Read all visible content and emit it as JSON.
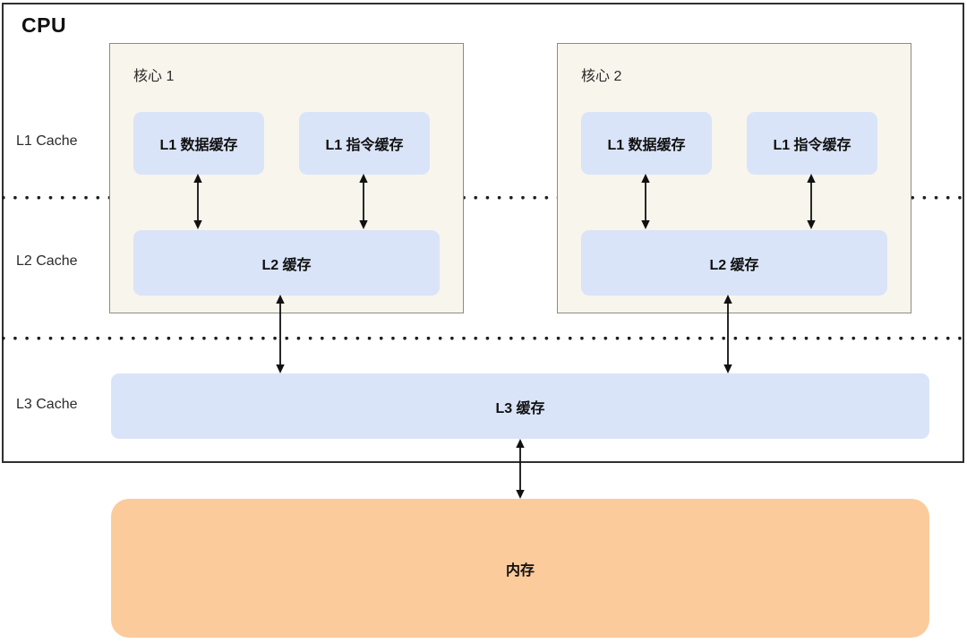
{
  "diagram": {
    "title": "CPU",
    "row_labels": [
      {
        "id": "l1",
        "text": "L1 Cache"
      },
      {
        "id": "l2",
        "text": "L2 Cache"
      },
      {
        "id": "l3",
        "text": "L3 Cache"
      }
    ],
    "cores": [
      {
        "title": "核心 1",
        "l1_data": "L1 数据缓存",
        "l1_instruction": "L1 指令缓存",
        "l2": "L2 缓存"
      },
      {
        "title": "核心 2",
        "l1_data": "L1 数据缓存",
        "l1_instruction": "L1 指令缓存",
        "l2": "L2 缓存"
      }
    ],
    "l3_cache": "L3 缓存",
    "memory": "内存",
    "colors": {
      "cache_fill": "#dae4f8",
      "core_fill": "#f8f5ec",
      "core_border": "#8c8c84",
      "cpu_border": "#2f2f2f",
      "memory_fill": "#fbcb9c",
      "arrow": "#111111",
      "text": "#111111",
      "background": "#ffffff"
    }
  }
}
